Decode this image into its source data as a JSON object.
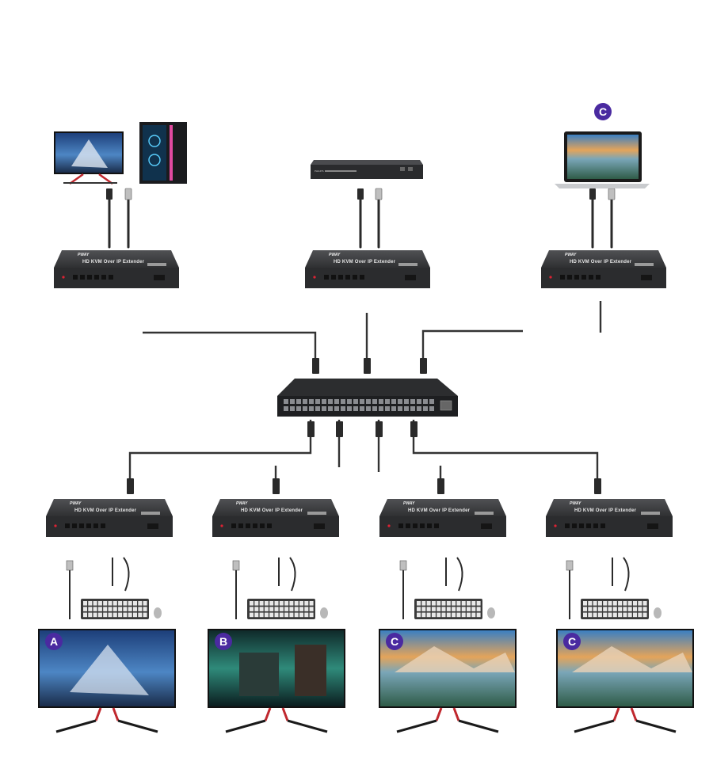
{
  "extender": {
    "brand": "PWAY",
    "model": "HD KVM Over IP Extender"
  },
  "switch_device": {
    "name": "network-switch"
  },
  "sources": [
    {
      "kind": "desktop-pc",
      "badge": ""
    },
    {
      "kind": "dvd-player",
      "label": "PHILIPS",
      "badge": ""
    },
    {
      "kind": "laptop",
      "badge": "C"
    }
  ],
  "receivers": [
    {
      "badge": "A",
      "screen": "mountain"
    },
    {
      "badge": "B",
      "screen": "castle"
    },
    {
      "badge": "C",
      "screen": "lake"
    },
    {
      "badge": "C",
      "screen": "lake"
    }
  ],
  "colors": {
    "badge_purple": "#4a2aa0",
    "device_dark": "#3d3e40",
    "cable": "#2a2a2a",
    "stand_red": "#c0282e"
  }
}
